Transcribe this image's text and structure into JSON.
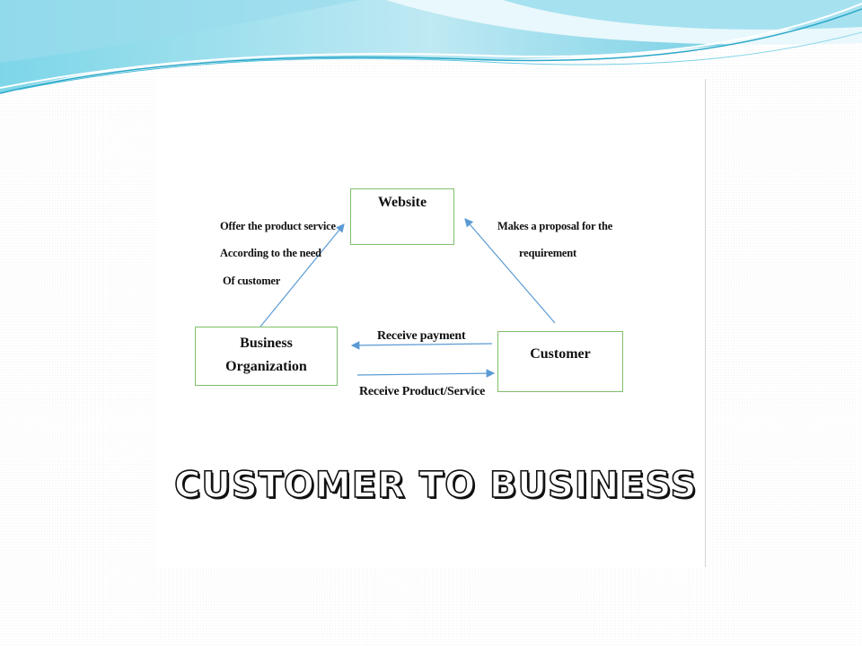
{
  "slide": {
    "title": "Customer to Business"
  },
  "diagram": {
    "nodes": {
      "website": "Website",
      "business_line1": "Business",
      "business_line2": "Organization",
      "customer": "Customer"
    },
    "edges": {
      "offer_line1": "Offer the product service",
      "offer_line2": "According to the need",
      "offer_line3": "Of customer",
      "proposal_line1": "Makes a proposal for the",
      "proposal_line2": "requirement",
      "receive_payment": "Receive payment",
      "receive_product": "Receive Product/Service"
    }
  },
  "colors": {
    "node_border": "#7fbf6a",
    "arrow": "#5b9bd5",
    "wave_light": "#bfe8f2",
    "wave_dark": "#4cc3dc"
  }
}
